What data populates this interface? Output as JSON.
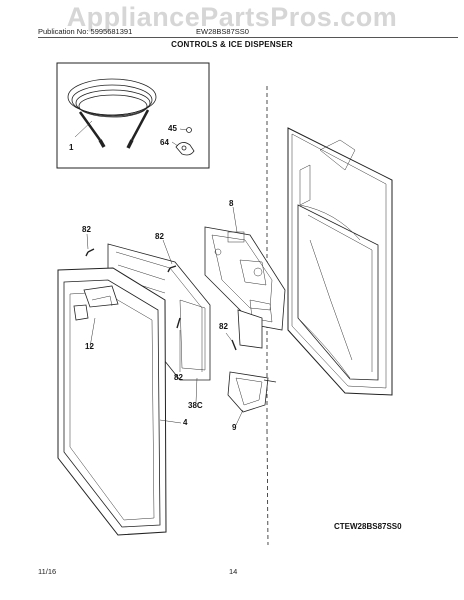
{
  "watermark": "AppliancePartsPros.com",
  "header": {
    "publication": "Publication No: 5995681391",
    "model": "EW28BS87SS0",
    "section_title": "CONTROLS & ICE DISPENSER"
  },
  "callouts": {
    "c1": "1",
    "c45": "45",
    "c64": "64",
    "c8": "8",
    "c82_top_left": "82",
    "c82_top_mid": "82",
    "c82_right": "82",
    "c82_bottom": "82",
    "c12": "12",
    "c38c": "38C",
    "c4": "4",
    "c9": "9"
  },
  "diagram_code": "CTEW28BS87SS0",
  "footer": {
    "date": "11/16",
    "page": "14"
  }
}
